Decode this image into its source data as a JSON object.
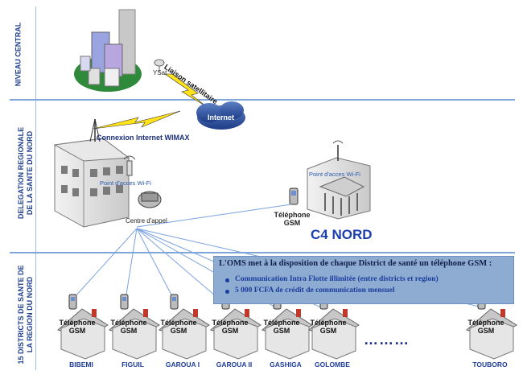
{
  "bands": [
    {
      "label": "NIVEAU CENTRAL"
    },
    {
      "label_line1": "DELEGATION REGIONALE",
      "label_line2": "DE LA SANTE DU NORD"
    },
    {
      "label_line1": "15 DISTRICTS DE SANTE DE",
      "label_line2": "LA REGION DU NORD"
    }
  ],
  "network": {
    "ysat": "YSat",
    "satellite_link": "Liaison satellitaire",
    "internet": "Internet",
    "wimax": "Connexion Internet WIMAX",
    "wifi_regional": "Point d'acces Wi-Fi",
    "wifi_c4": "Point d'acces Wi-Fi",
    "call_center": "Centre d'appel",
    "c4_phone": "Téléphone GSM",
    "c4_name": "C4 NORD"
  },
  "info_box": {
    "title": "L'OMS met à la disposition de chaque District de santé  un téléphone GSM :",
    "items": [
      "Communication Intra Flotte illimitée (entre districts et region)",
      "5 000 FCFA de crédit de communication mensuel"
    ]
  },
  "districts": [
    {
      "name": "BIBEMI",
      "phone": "Téléphone GSM"
    },
    {
      "name": "FIGUIL",
      "phone": "Téléphone GSM"
    },
    {
      "name": "GAROUA I",
      "phone": "Téléphone GSM"
    },
    {
      "name": "GAROUA II",
      "phone": "Téléphone GSM"
    },
    {
      "name": "GASHIGA",
      "phone": "Téléphone GSM"
    },
    {
      "name": "GOLOMBE",
      "phone": "Téléphone GSM"
    },
    {
      "name": "TOUBORO",
      "phone": "Téléphone GSM"
    }
  ],
  "ellipsis": "………",
  "colors": {
    "band_text": "#1f3f8f",
    "divider": "#7ea6d8",
    "info_bg": "#8eabd2",
    "c4_text": "#1b3fae"
  }
}
